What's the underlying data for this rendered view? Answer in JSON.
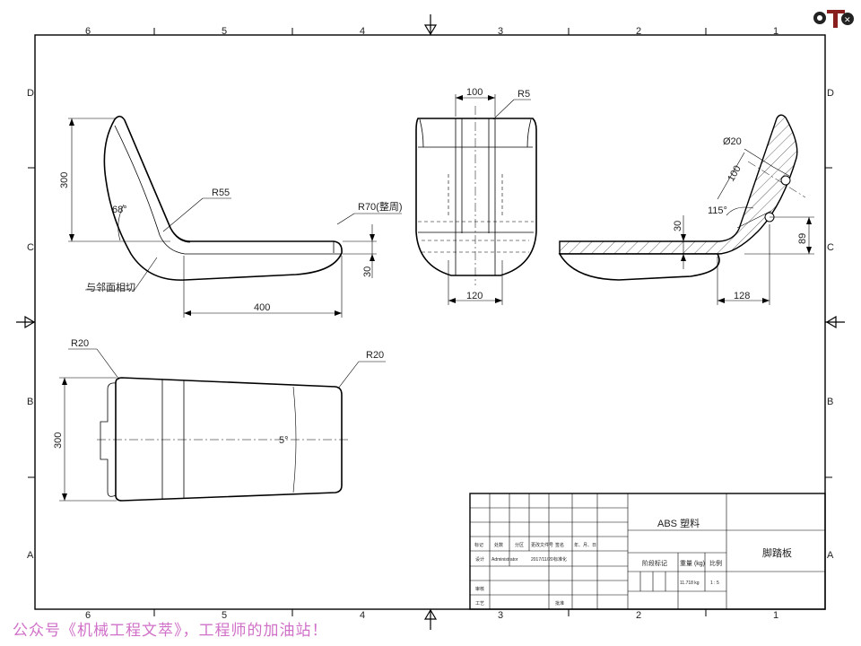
{
  "zones": {
    "columns": [
      "6",
      "5",
      "4",
      "3",
      "2",
      "1"
    ],
    "rows": [
      "D",
      "C",
      "B",
      "A"
    ]
  },
  "dimensions": {
    "side_view": {
      "height": "300",
      "angle": "68°",
      "fillet_inner": "R55",
      "round_all": "R70(整周)",
      "length": "400",
      "thickness": "30",
      "tangent_note": "与邻面相切"
    },
    "front_view": {
      "width_top": "100",
      "radius_top": "R5",
      "width_bottom": "120"
    },
    "section_view": {
      "hole": "Ø20",
      "offset": "100",
      "angle": "115°",
      "thickness": "30",
      "height": "89",
      "length": "128"
    },
    "top_view": {
      "radius_left": "R20",
      "radius_right": "R20",
      "width": "300",
      "taper": "5°"
    }
  },
  "title_block": {
    "material": "ABS 塑料",
    "part_name": "脚踏板",
    "headers": [
      "标记",
      "处数",
      "分区",
      "更改文件号",
      "签名",
      "年、月、日"
    ],
    "design_label": "设计",
    "designer": "Administrator",
    "date": "2017/11/20",
    "standardization": "标准化",
    "review": "审核",
    "process": "工艺",
    "approve": "批准",
    "stage_label": "阶段标记",
    "weight_label": "重量 (kg)",
    "scale_label": "比例",
    "weight": "11.718 kg",
    "scale": "1 : 5"
  },
  "footer": "公众号《机械工程文萃》，工程师的加油站！",
  "logo_icon": "company-logo-icon"
}
